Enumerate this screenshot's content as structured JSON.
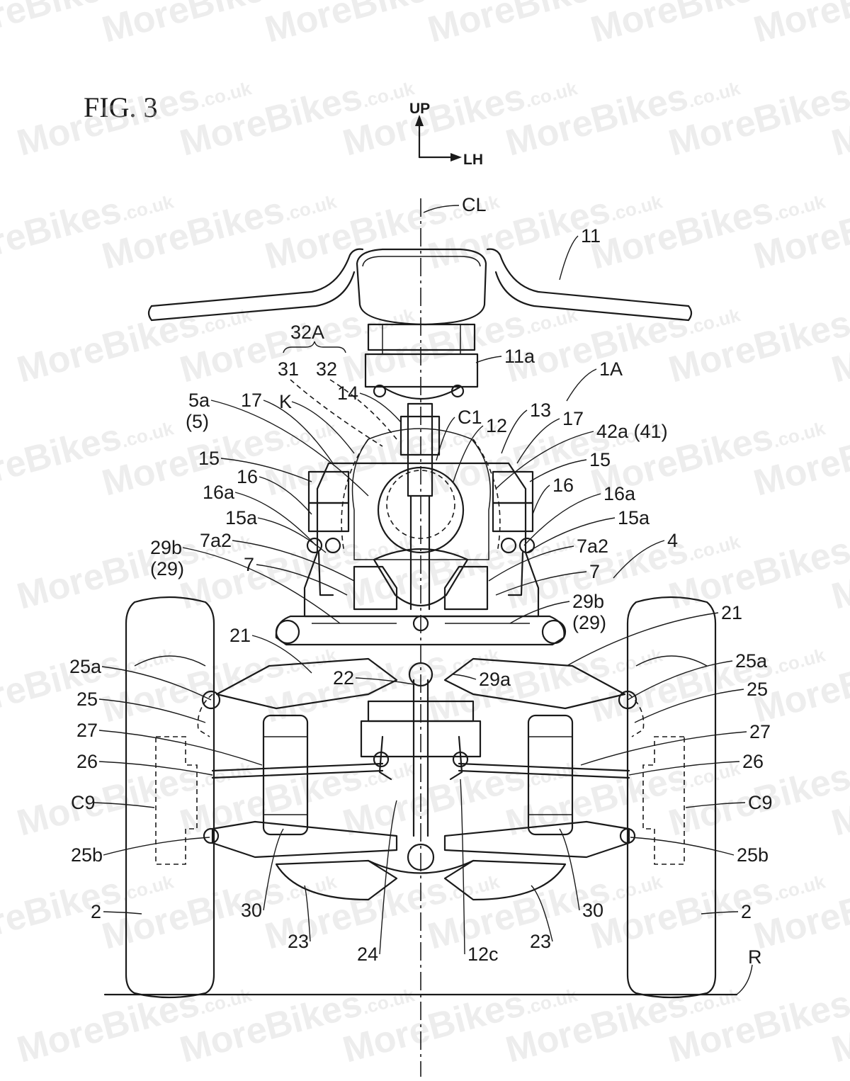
{
  "figure": {
    "title": "FIG. 3",
    "direction": {
      "up": "UP",
      "left_hand": "LH"
    },
    "centerline": "CL",
    "ground": "R"
  },
  "watermark": {
    "brand": "MoreBikes",
    "domain": ".co.uk"
  },
  "labels": [
    {
      "id": "11",
      "text": "11"
    },
    {
      "id": "11a",
      "text": "11a"
    },
    {
      "id": "1A",
      "text": "1A"
    },
    {
      "id": "32A",
      "text": "32A"
    },
    {
      "id": "31",
      "text": "31"
    },
    {
      "id": "32",
      "text": "32"
    },
    {
      "id": "14",
      "text": "14"
    },
    {
      "id": "C1",
      "text": "C1"
    },
    {
      "id": "12",
      "text": "12"
    },
    {
      "id": "13",
      "text": "13"
    },
    {
      "id": "17L",
      "text": "17"
    },
    {
      "id": "17R",
      "text": "17"
    },
    {
      "id": "K",
      "text": "K"
    },
    {
      "id": "5a",
      "text": "5a"
    },
    {
      "id": "5",
      "text": "(5)"
    },
    {
      "id": "42a",
      "text": "42a (41)"
    },
    {
      "id": "15L",
      "text": "15"
    },
    {
      "id": "15R",
      "text": "15"
    },
    {
      "id": "16L",
      "text": "16"
    },
    {
      "id": "16R",
      "text": "16"
    },
    {
      "id": "16aL",
      "text": "16a"
    },
    {
      "id": "16aR",
      "text": "16a"
    },
    {
      "id": "15aL",
      "text": "15a"
    },
    {
      "id": "15aR",
      "text": "15a"
    },
    {
      "id": "7a2L",
      "text": "7a2"
    },
    {
      "id": "7a2R",
      "text": "7a2"
    },
    {
      "id": "29bL",
      "text": "29b"
    },
    {
      "id": "29L",
      "text": "(29)"
    },
    {
      "id": "29bR",
      "text": "29b"
    },
    {
      "id": "29R",
      "text": "(29)"
    },
    {
      "id": "7L",
      "text": "7"
    },
    {
      "id": "7R",
      "text": "7"
    },
    {
      "id": "4",
      "text": "4"
    },
    {
      "id": "21L",
      "text": "21"
    },
    {
      "id": "21R",
      "text": "21"
    },
    {
      "id": "25aL",
      "text": "25a"
    },
    {
      "id": "25aR",
      "text": "25a"
    },
    {
      "id": "22",
      "text": "22"
    },
    {
      "id": "29a",
      "text": "29a"
    },
    {
      "id": "25L",
      "text": "25"
    },
    {
      "id": "25R",
      "text": "25"
    },
    {
      "id": "27L",
      "text": "27"
    },
    {
      "id": "27R",
      "text": "27"
    },
    {
      "id": "26L",
      "text": "26"
    },
    {
      "id": "26R",
      "text": "26"
    },
    {
      "id": "C9L",
      "text": "C9"
    },
    {
      "id": "C9R",
      "text": "C9"
    },
    {
      "id": "25bL",
      "text": "25b"
    },
    {
      "id": "25bR",
      "text": "25b"
    },
    {
      "id": "2L",
      "text": "2"
    },
    {
      "id": "2R",
      "text": "2"
    },
    {
      "id": "30L",
      "text": "30"
    },
    {
      "id": "30R",
      "text": "30"
    },
    {
      "id": "23L",
      "text": "23"
    },
    {
      "id": "23R",
      "text": "23"
    },
    {
      "id": "24",
      "text": "24"
    },
    {
      "id": "12c",
      "text": "12c"
    }
  ]
}
